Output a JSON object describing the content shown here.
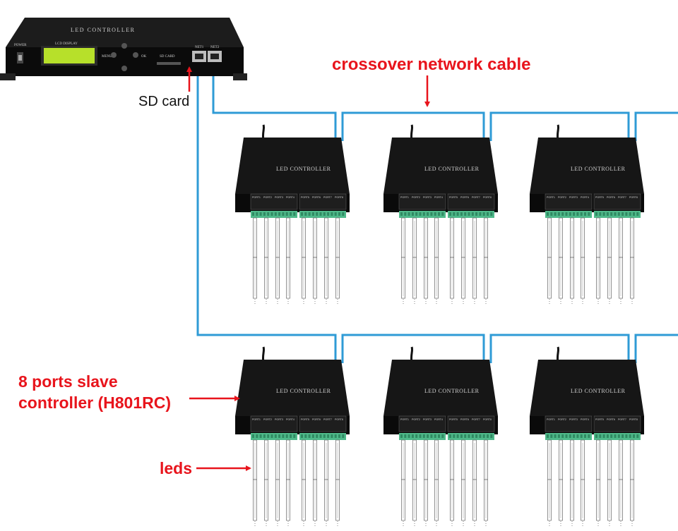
{
  "master": {
    "title": "LED CONTROLLER",
    "power_label": "POWER",
    "lcd_label": "LCD DISPLAY",
    "menu_label": "MENU",
    "ok_label": "OK",
    "sd_label": "SD CARD",
    "net1_label": "NET1",
    "net2_label": "NET2"
  },
  "slave": {
    "title": "LED CONTROLLER",
    "ports": [
      "PORT1",
      "PORT2",
      "PORT3",
      "PORT4",
      "PORT5",
      "PORT6",
      "PORT7",
      "PORT8"
    ]
  },
  "annotations": {
    "sd_card": "SD card",
    "crossover": "crossover network cable",
    "slave_line1": "8 ports slave",
    "slave_line2": "controller (H801RC)",
    "leds": "leds"
  },
  "colors": {
    "cable": "#2f9bd6",
    "annotation": "#e8141c",
    "device": "#141414",
    "lcd": "#b7e02a",
    "terminal": "#4fb98a"
  }
}
